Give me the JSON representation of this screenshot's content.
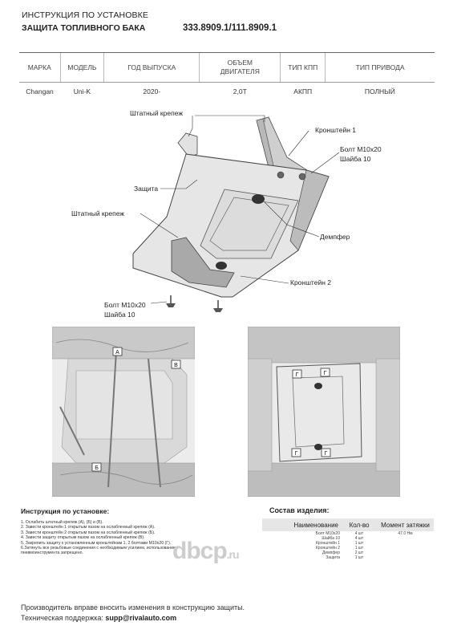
{
  "header": {
    "line1": "ИНСТРУКЦИЯ ПО УСТАНОВКЕ",
    "line2": "ЗАЩИТА ТОПЛИВНОГО БАКА",
    "code": "333.8909.1/111.8909.1"
  },
  "spec": {
    "headers": [
      "МАРКА",
      "МОДЕЛЬ",
      "ГОД ВЫПУСКА",
      "ОБЪЕМ ДВИГАТЕЛЯ",
      "ТИП КПП",
      "ТИП ПРИВОДА"
    ],
    "row": [
      "Changan",
      "Uni-K",
      "2020-",
      "2,0T",
      "АКПП",
      "ПОЛНЫЙ"
    ]
  },
  "diagram": {
    "labels": {
      "std_fastener_top": "Штатный крепеж",
      "bracket1": "Кронштейн 1",
      "bolt_right_1": "Болт М10х20",
      "washer_right": "Шайба 10",
      "guard": "Защита",
      "std_fastener_left": "Штатный крепеж",
      "damper": "Демпфер",
      "bracket2": "Кронштейн 2",
      "bolt_left": "Болт М10х20",
      "washer_left": "Шайба 10"
    }
  },
  "photos": {
    "left_tags": [
      "А",
      "В",
      "Б"
    ],
    "right_tags": [
      "Г",
      "Г",
      "Г",
      "Г"
    ]
  },
  "instructions": {
    "title": "Инструкция по установке:",
    "steps": [
      "1. Ослабить штатный крепеж (А), (Б) и (В).",
      "2. Завести кронштейн 1 открытым пазом на ослабленный крепеж (А).",
      "3. Завести кронштейн 2 открытым пазом на ослабленный крепеж (Б).",
      "4. Завести защиту открытым пазом на ослабленный крепеж (В).",
      "5. Закрепить защиту к установленным кронштейнам 1, 2 болтами М10х20 (Г).",
      "6.Затянуть все резьбовые соединения с необходимым усилием, использование",
      "пневмоинструмента запрещено."
    ]
  },
  "composition": {
    "title": "Состав изделия:",
    "headers": [
      "Наименование",
      "Кол-во",
      "Момент затяжки"
    ],
    "rows": [
      [
        "Болт М10х20",
        "4 шт",
        "47.0 Нм"
      ],
      [
        "Шайба 10",
        "4 шт",
        ""
      ],
      [
        "Кронштейн 1",
        "1 шт",
        ""
      ],
      [
        "Кронштейн 2",
        "1 шт",
        ""
      ],
      [
        "Демпфер",
        "2 шт",
        ""
      ],
      [
        "Защита",
        "1 шт",
        ""
      ]
    ]
  },
  "watermark": {
    "main": "dbcp",
    "suffix": ".ru"
  },
  "footer": {
    "line1": "Производитель вправе вносить изменения в конструкцию защиты.",
    "support_label": "Техническая поддержка: ",
    "support_email": "supp@rivalauto.com"
  }
}
